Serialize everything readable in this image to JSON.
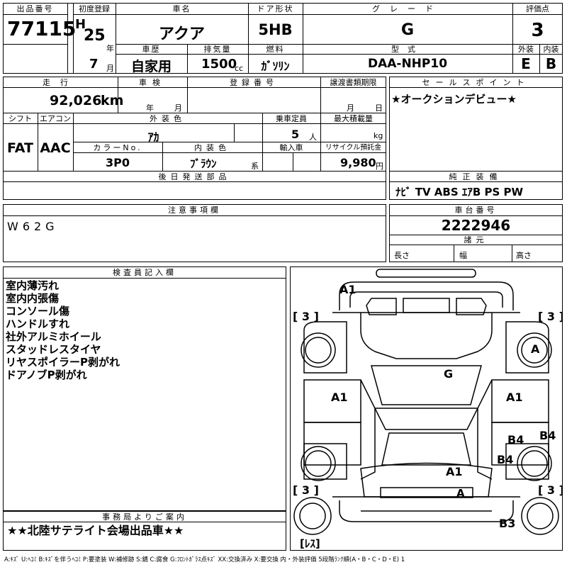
{
  "header": {
    "lot_label": "出品番号",
    "lot_no": "77115",
    "first_reg_label": "初度登録",
    "era": "H",
    "year": "25",
    "year_unit": "年",
    "month": "7",
    "month_unit": "月",
    "name_label": "車名",
    "name": "アクア",
    "history_label": "車歴",
    "history": "自家用",
    "displacement_label": "排気量",
    "displacement": "1500",
    "cc": "cc",
    "door_label": "ドア形状",
    "door": "5HB",
    "fuel_label": "燃料",
    "fuel": "ｶﾞｿﾘﾝ",
    "grade_label": "グレード",
    "grade": "G",
    "model_label": "型式",
    "model": "DAA-NHP10",
    "score_label": "評価点",
    "score": "3",
    "ext_label": "外装",
    "ext": "E",
    "int_label": "内装",
    "int": "B"
  },
  "row2": {
    "mileage_label": "走行",
    "mileage": "92,026",
    "km": "km",
    "inspection_label": "車検",
    "insp_year_unit": "年",
    "insp_month_unit": "月",
    "reg_no_label": "登録番号",
    "transfer_label": "譲渡書類期限",
    "transfer_month_unit": "月",
    "transfer_day_unit": "日",
    "shift_label": "シフト",
    "shift": "FAT",
    "ac_label": "エアコン",
    "ac": "AAC",
    "ext_color_label": "外装色",
    "ext_color": "ｱｶ",
    "capacity_label": "乗車定員",
    "capacity": "5",
    "capacity_unit": "人",
    "max_load_label": "最大積載量",
    "max_load_unit": "kg",
    "color_no_label": "カラーNo.",
    "color_no": "3P0",
    "int_color_label": "内装色",
    "int_color": "ﾌﾞﾗｳﾝ",
    "int_color_suffix": "系",
    "import_label": "輸入車",
    "recycle_label": "リサイクル預託金",
    "recycle": "9,980",
    "recycle_unit": "円",
    "later_parts_label": "後日発送部品",
    "selling_label": "セールスポイント",
    "selling": "★オークションデビュー★",
    "equip_label": "純正装備",
    "equip": "ﾅﾋﾞ TV ABS ｴｱB PS PW"
  },
  "caution": {
    "label": "注意事項欄",
    "text": "W62G"
  },
  "chassis": {
    "label": "車台番号",
    "number": "2222946",
    "specs_label": "諸元",
    "length": "長さ",
    "width": "幅",
    "height": "高さ"
  },
  "inspector": {
    "label": "検査員記入欄",
    "notes": [
      "室内薄汚れ",
      "室内内張傷",
      "コンソール傷",
      "ハンドルすれ",
      "社外アルミホイール",
      "スタッドレスタイヤ",
      "リヤスポイラーP剥がれ",
      "ドアノブP剥がれ"
    ]
  },
  "office": {
    "label": "事務局よりご案内",
    "text": "★★北陸サテライト会場出品車★★"
  },
  "diagram": {
    "tire_marks": [
      "[ 3 ]",
      "[ 3 ]",
      "[ 3 ]",
      "[ 3 ]"
    ],
    "spare_mark": "[ﾚｽ]",
    "damage": {
      "front_bumper": "A1",
      "front_right_wheel": "A",
      "roof": "G",
      "left_door": "A1",
      "right_door": "A1",
      "right_rear_door": "B4",
      "right_rear_fender": "B4",
      "right_quarter": "B4",
      "rear_glass": "A1",
      "rear_panel": "A",
      "rear_bumper": "B3"
    }
  },
  "legend": "A:ｷｽﾞ U:ﾍｺﾐ B:ｷｽﾞを伴うﾍｺﾐ P:要塗装 W:補修跡 S:錆 C:腐食 G:ﾌﾛﾝﾄｶﾞﾗｽ点ｷｽﾞ XX:交換済み X:要交換 内・外装評価 5段階ﾗﾝｸ順(A・B・C・D・E) 1"
}
